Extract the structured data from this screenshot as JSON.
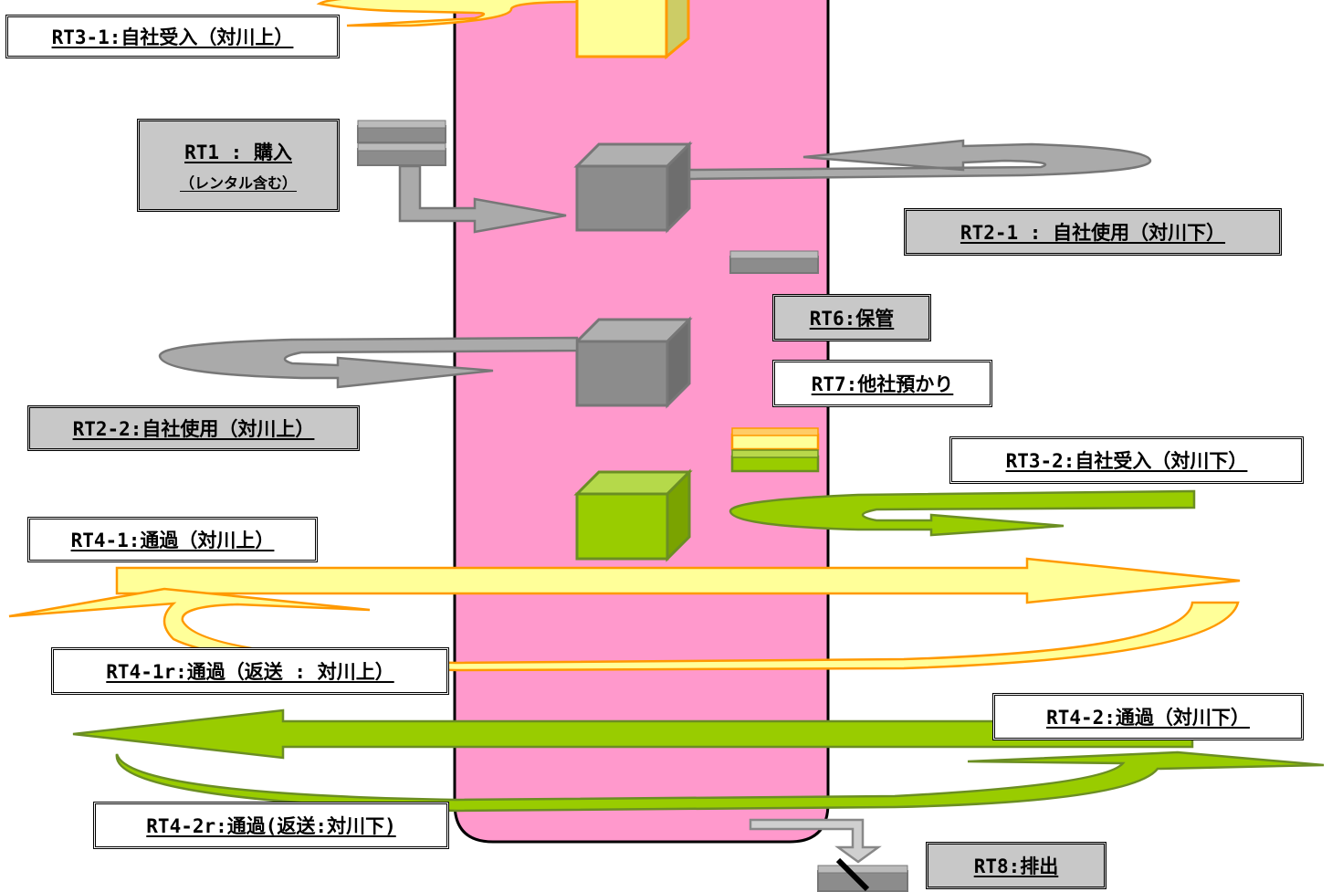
{
  "colors": {
    "band": "#ff99cc",
    "gray_box": "#8c8c8c",
    "gray_arrow": "#969696",
    "yellow_fill": "#ffff99",
    "yellow_edge": "#ff9900",
    "green_fill": "#99cc00",
    "green_edge": "#6b8e23",
    "label_gray": "#c8c8c8"
  },
  "icons": [
    "cube-icon",
    "slab-icon",
    "arrow-icon",
    "u-turn-arrow-icon",
    "pen-icon"
  ],
  "labels": {
    "rt3_1": "RT3-1:自社受入（対川上）",
    "rt1": "RT1 : 購入",
    "rt1_sub": "（レンタル含む）",
    "rt2_1": "RT2-1 : 自社使用（対川下）",
    "rt6": "RT6:保管",
    "rt7": "RT7:他社預かり",
    "rt2_2": "RT2-2:自社使用（対川上）",
    "rt3_2": "RT3-2:自社受入（対川下）",
    "rt4_1": "RT4-1:通過（対川上）",
    "rt4_1r": "RT4-1r:通過（返送 : 対川上）",
    "rt4_2": "RT4-2:通過（対川下）",
    "rt4_2r": "RT4-2r:通過(返送:対川下)",
    "rt8": "RT8:排出"
  }
}
